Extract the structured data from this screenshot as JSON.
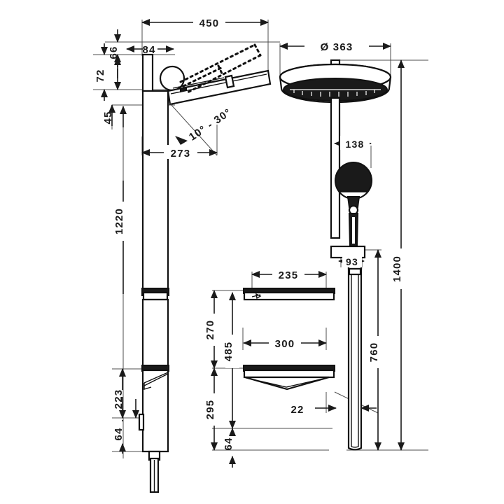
{
  "drawing": {
    "title": "Shower system technical dimension drawing",
    "units": "mm",
    "line_color": "#111111",
    "text_color": "#1a1a1a",
    "extension_line_color": "#4d4d4d",
    "background": "#ffffff"
  },
  "dimensions": {
    "overall_width_450": "450",
    "wall_offset_84": "84",
    "top_offset_66": "66",
    "bracket_72": "72",
    "bracket_45": "45",
    "reach_273": "273",
    "tilt_range": "10° - 30°",
    "bar_length_1220": "1220",
    "lower_223": "223",
    "lower_64_left": "64",
    "overhead_diameter_363": "Ø 363",
    "handshower_138": "138",
    "handshower_93": "93",
    "total_height_1400": "1400",
    "hose_height_760": "760",
    "shelf_235": "235",
    "shelf_270": "270",
    "shelf_485": "485",
    "tray_300": "300",
    "lower_295": "295",
    "bottom_64": "64",
    "pipe_22": "22"
  }
}
